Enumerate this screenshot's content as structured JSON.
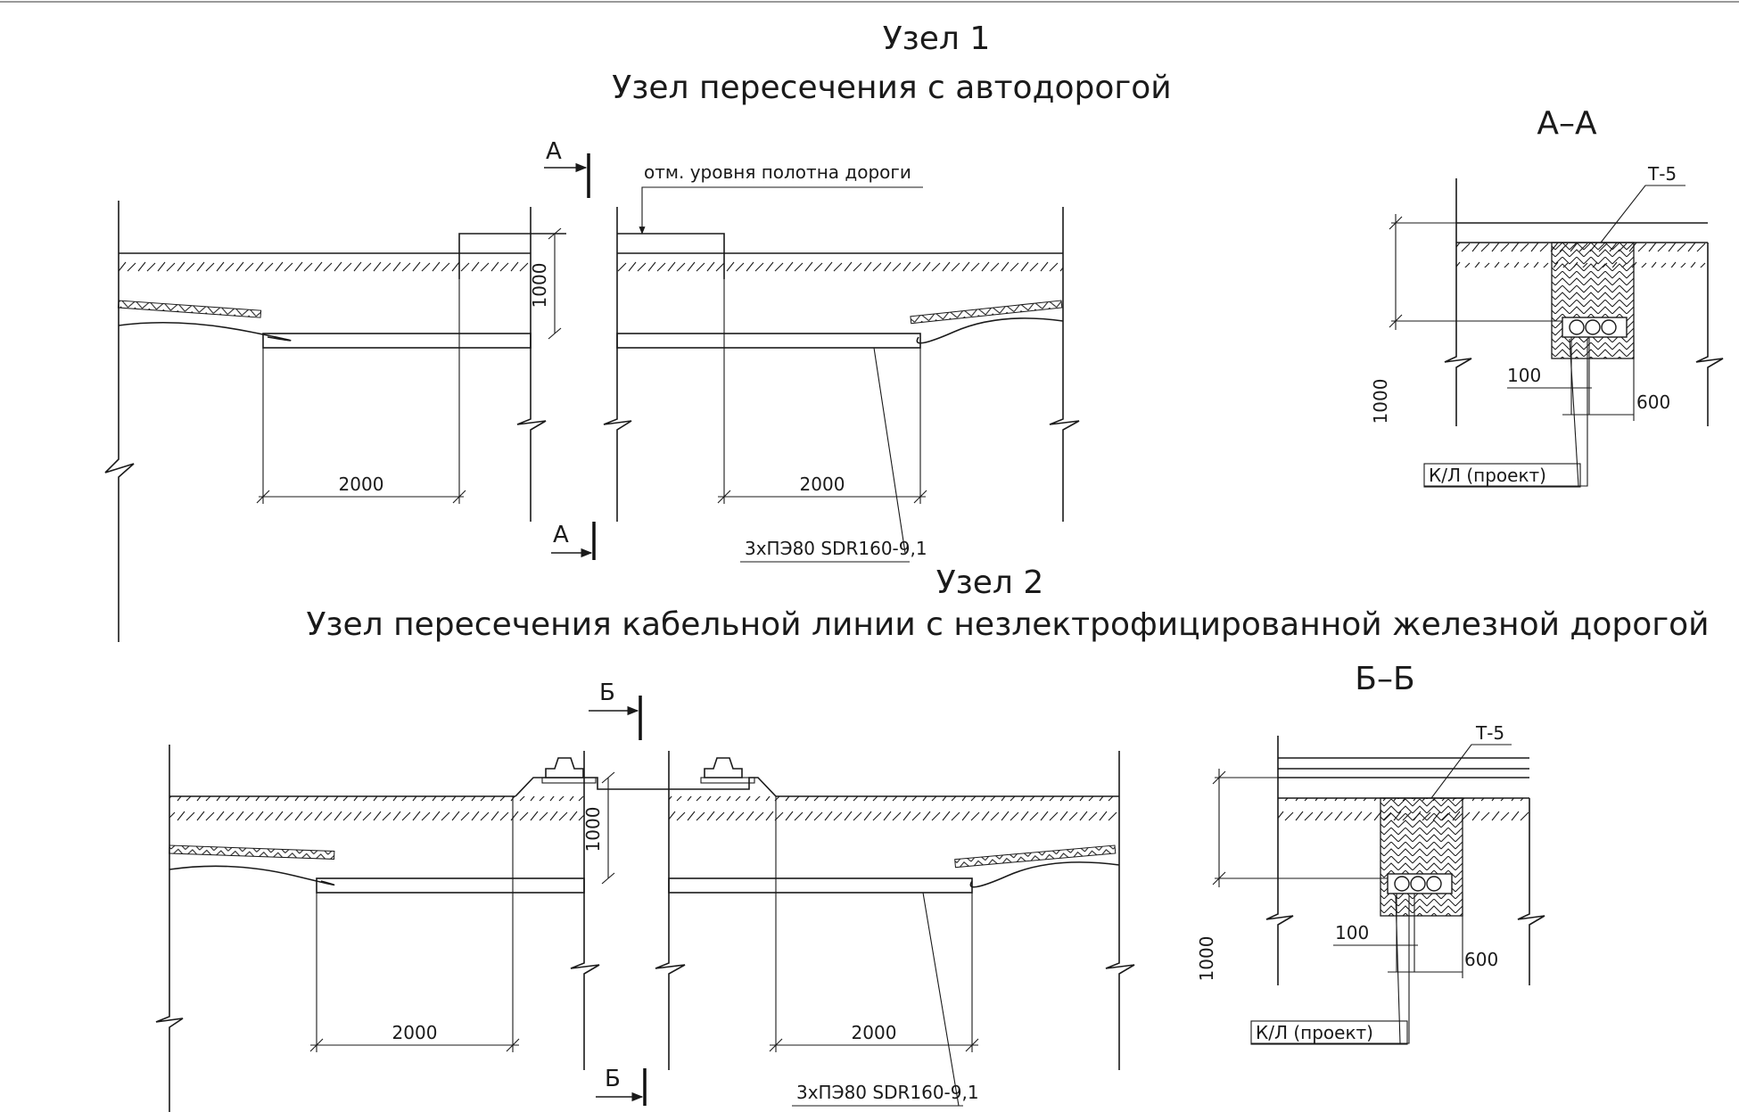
{
  "node1": {
    "title": "Узел 1",
    "subtitle": "Узел пересечения с автодорогой",
    "road_level_note": "отм. уровня полотна дороги",
    "depth_dim": "1000",
    "left_dim": "2000",
    "right_dim": "2000",
    "pipe_label": "3хПЭ80 SDR160-9,1",
    "cut_mark": "А"
  },
  "section_aa": {
    "title": "А–А",
    "layer_label": "Т-5",
    "depth_dim": "1000",
    "offset_dim": "100",
    "width_dim": "600",
    "cable_label": "К/Л (проект)"
  },
  "node2": {
    "title": "Узел 2",
    "subtitle": "Узел пересечения кабельной линии с незлектрофицированной железной дорогой",
    "depth_dim": "1000",
    "left_dim": "2000",
    "right_dim": "2000",
    "pipe_label": "3хПЭ80 SDR160-9,1",
    "cut_mark": "Б"
  },
  "section_bb": {
    "title": "Б–Б",
    "layer_label": "Т-5",
    "depth_dim": "1000",
    "offset_dim": "100",
    "width_dim": "600",
    "cable_label": "К/Л (проект)"
  },
  "colors": {
    "ink": "#1a1a1a",
    "paper": "#ffffff"
  }
}
